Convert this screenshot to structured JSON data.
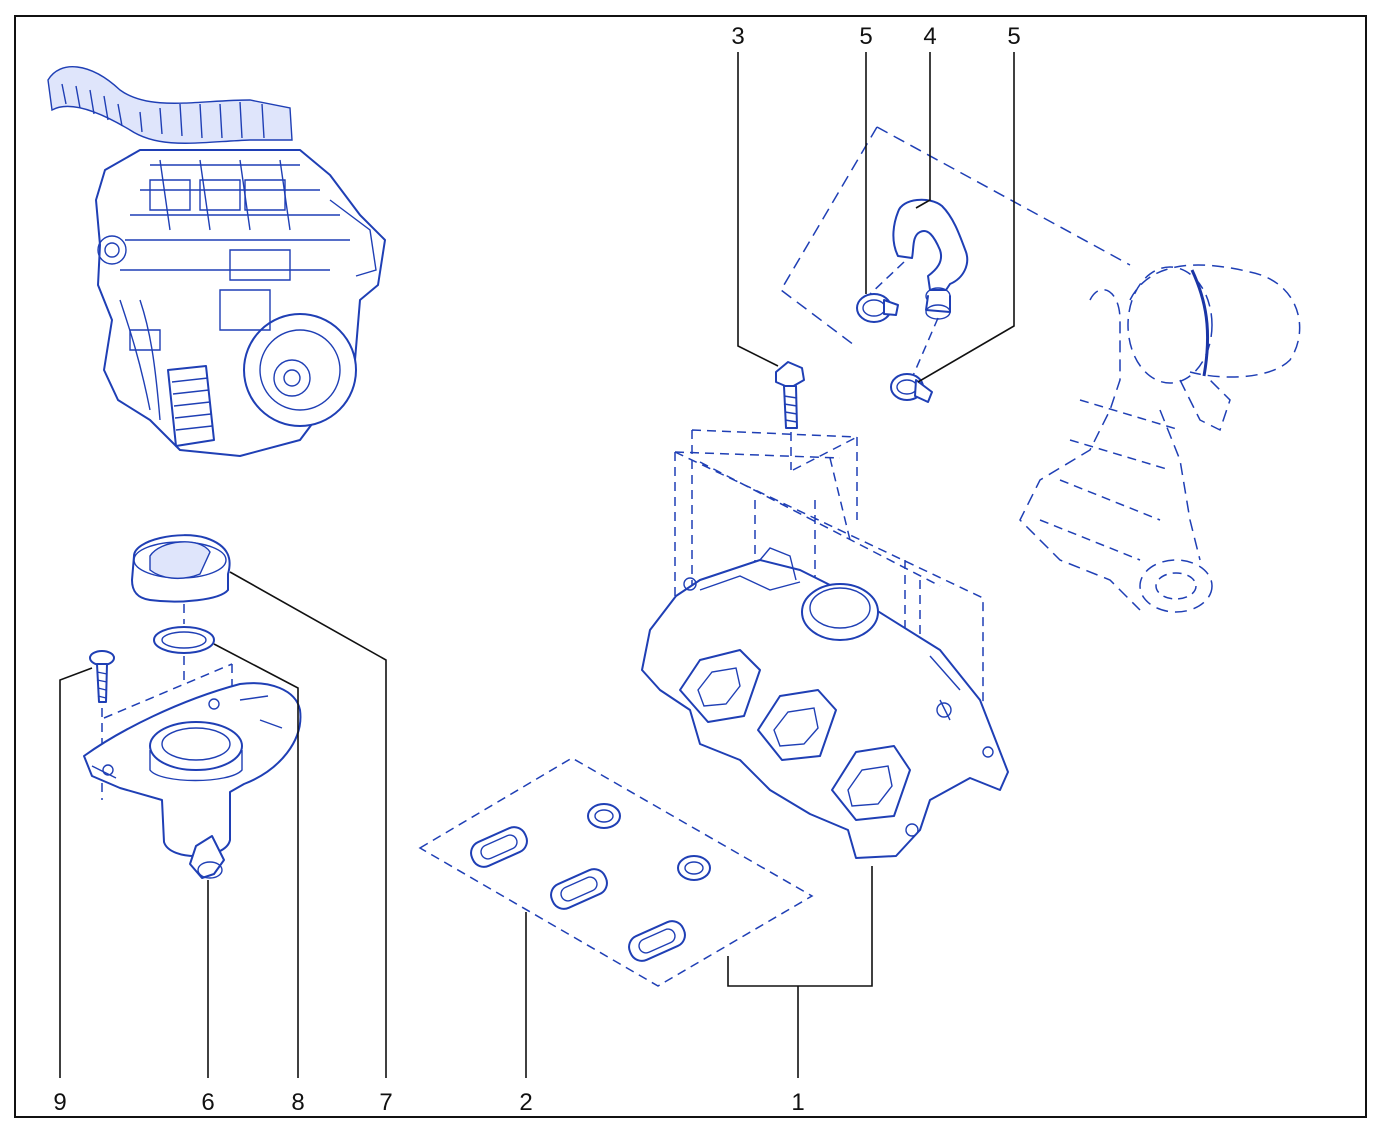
{
  "diagram": {
    "callouts": {
      "c1": "1",
      "c2": "2",
      "c3": "3",
      "c4": "4",
      "c5a": "5",
      "c5b": "5",
      "c6": "6",
      "c7": "7",
      "c8": "8",
      "c9": "9"
    },
    "colors": {
      "line": "#1f3fb5",
      "frame": "#111111",
      "background": "#ffffff"
    }
  }
}
